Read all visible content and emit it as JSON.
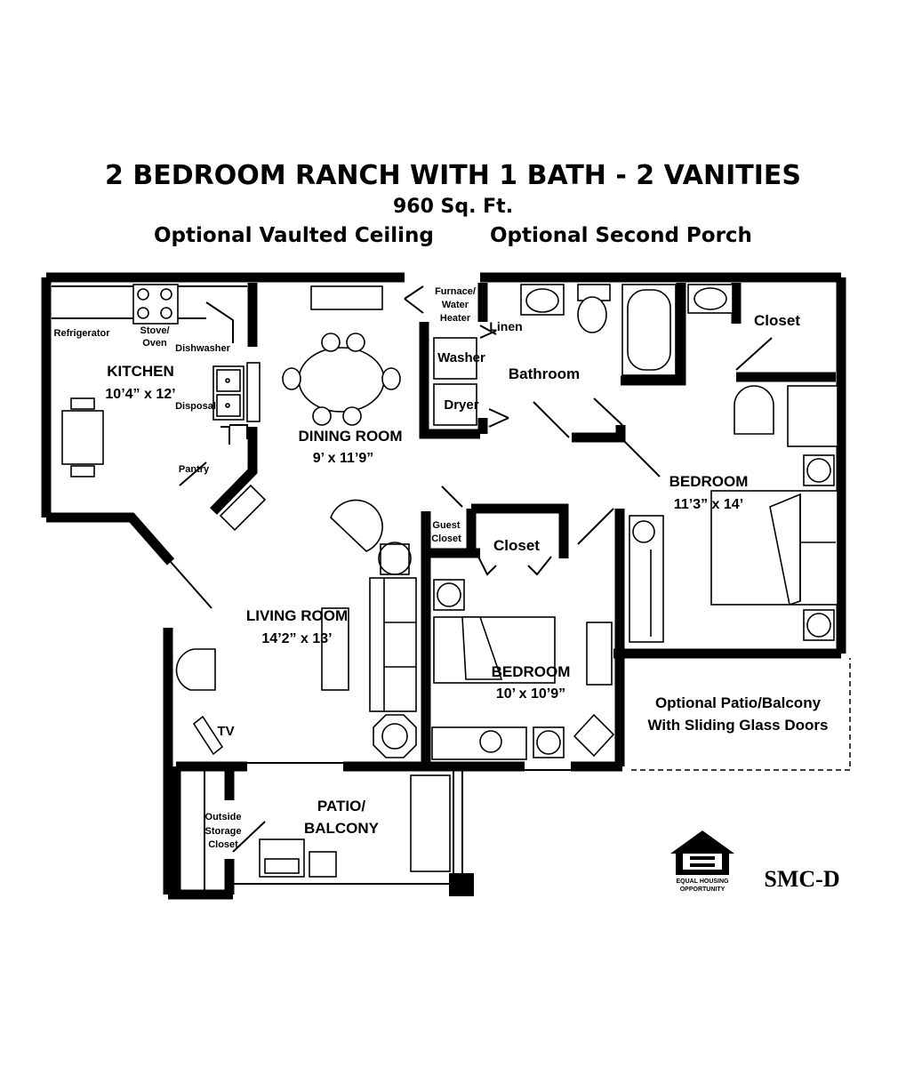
{
  "header": {
    "title": "2 BEDROOM RANCH WITH 1 BATH - 2 VANITIES",
    "square_feet": "960 Sq. Ft.",
    "option_left": "Optional Vaulted Ceiling",
    "option_right": "Optional Second Porch"
  },
  "rooms": {
    "kitchen": {
      "name": "KITCHEN",
      "dims": "10’4” x 12’"
    },
    "dining": {
      "name": "DINING ROOM",
      "dims": "9’ x 11’9”"
    },
    "living": {
      "name": "LIVING ROOM",
      "dims": "14’2” x 13’"
    },
    "bedroom_master": {
      "name": "BEDROOM",
      "dims": "11’3” x 14’"
    },
    "bedroom_second": {
      "name": "BEDROOM",
      "dims": "10’ x 10’9”"
    },
    "bathroom": "Bathroom",
    "patio": {
      "line1": "PATIO/",
      "line2": "BALCONY"
    },
    "optional_patio": {
      "line1": "Optional Patio/Balcony",
      "line2": "With Sliding Glass Doors"
    }
  },
  "labels": {
    "refrigerator": "Refrigerator",
    "stove_line1": "Stove/",
    "stove_line2": "Oven",
    "dishwasher": "Dishwasher",
    "disposal": "Disposal",
    "pantry": "Pantry",
    "furnace_line1": "Furnace/",
    "furnace_line2": "Water",
    "furnace_line3": "Heater",
    "linen": "Linen",
    "washer": "Washer",
    "dryer": "Dryer",
    "closet_master": "Closet",
    "closet_second": "Closet",
    "guest_closet_line1": "Guest",
    "guest_closet_line2": "Closet",
    "storage_line1": "Outside",
    "storage_line2": "Storage",
    "storage_line3": "Closet",
    "tv": "TV"
  },
  "footer": {
    "plan_code": "SMC-D",
    "eho_line1": "EQUAL HOUSING",
    "eho_line2": "OPPORTUNITY"
  }
}
